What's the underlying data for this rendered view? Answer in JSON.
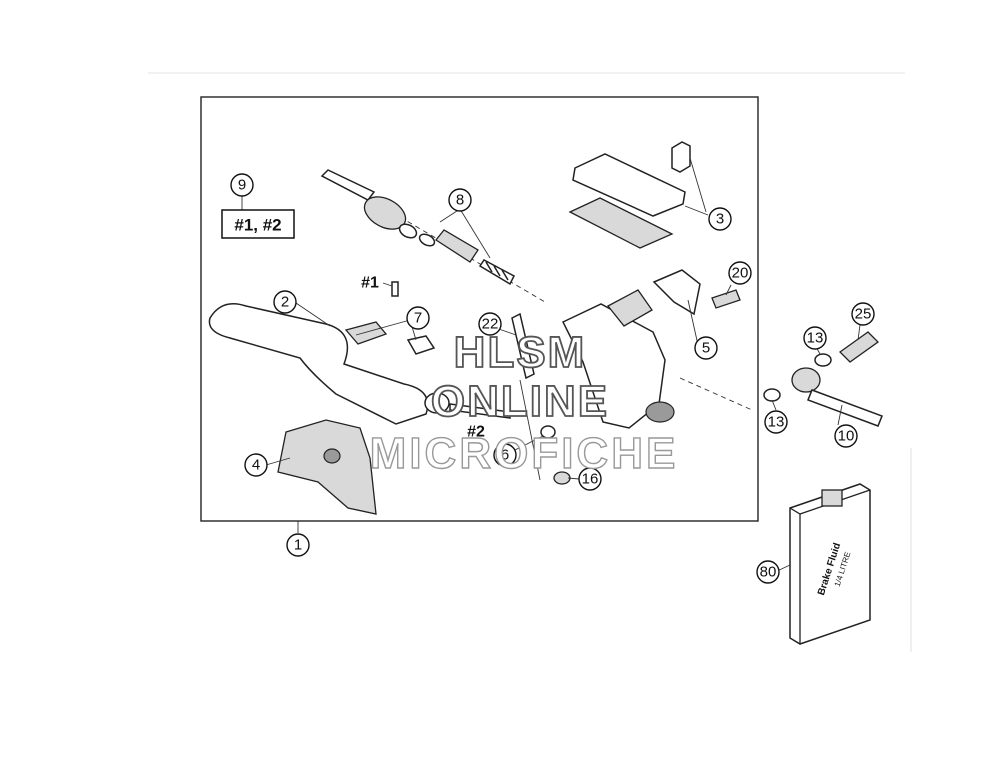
{
  "diagram": {
    "watermark": {
      "line1": "HLSM",
      "line2": "ONLINE",
      "line3": "MICROFICHE"
    },
    "kit_box_label": "#1, #2",
    "detail_labels": {
      "hash1": "#1",
      "hash2": "#2"
    },
    "fluid_can": {
      "line1": "Brake Fluid",
      "line2": "1/4 LITRE"
    },
    "callouts": {
      "c1": "1",
      "c2": "2",
      "c3": "3",
      "c4": "4",
      "c5": "5",
      "c6": "6",
      "c7": "7",
      "c8": "8",
      "c9": "9",
      "c10": "10",
      "c13a": "13",
      "c13b": "13",
      "c16": "16",
      "c20": "20",
      "c22": "22",
      "c25": "25",
      "c80": "80"
    }
  }
}
